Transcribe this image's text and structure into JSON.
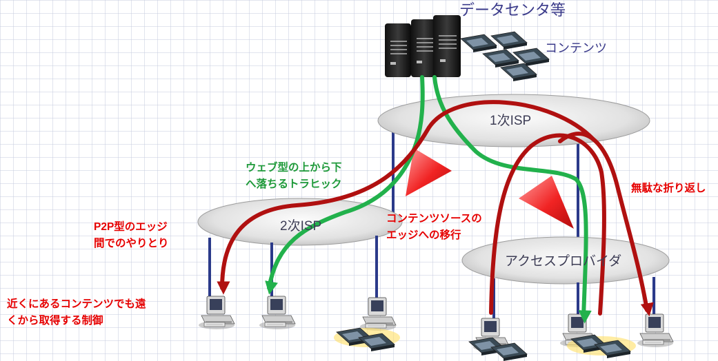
{
  "title": "データセンタ等",
  "contents_label": "コンテンツ",
  "isp_tier1": "1次ISP",
  "isp_tier2": "2次ISP",
  "access_provider": "アクセスプロバイダ",
  "green_annotation": [
    "ウェブ型の上から下",
    "へ落ちるトラヒック"
  ],
  "p2p_annotation": [
    "P2P型のエッジ",
    "間でのやりとり"
  ],
  "far_fetch_annotation": [
    "近くにあるコンテンツでも遠",
    "くから取得する制御"
  ],
  "migration_annotation": [
    "コンテンツソースの",
    "エッジへの移行"
  ],
  "wasteful_annotation": "無駄な折り返し",
  "colors": {
    "red_arrow": "#b01010",
    "green_arrow": "#22b14c",
    "red_text": "#e60000",
    "green_text": "#1f9a3a",
    "pole": "#2b3a8a",
    "title_text": "#3a3a8a"
  }
}
